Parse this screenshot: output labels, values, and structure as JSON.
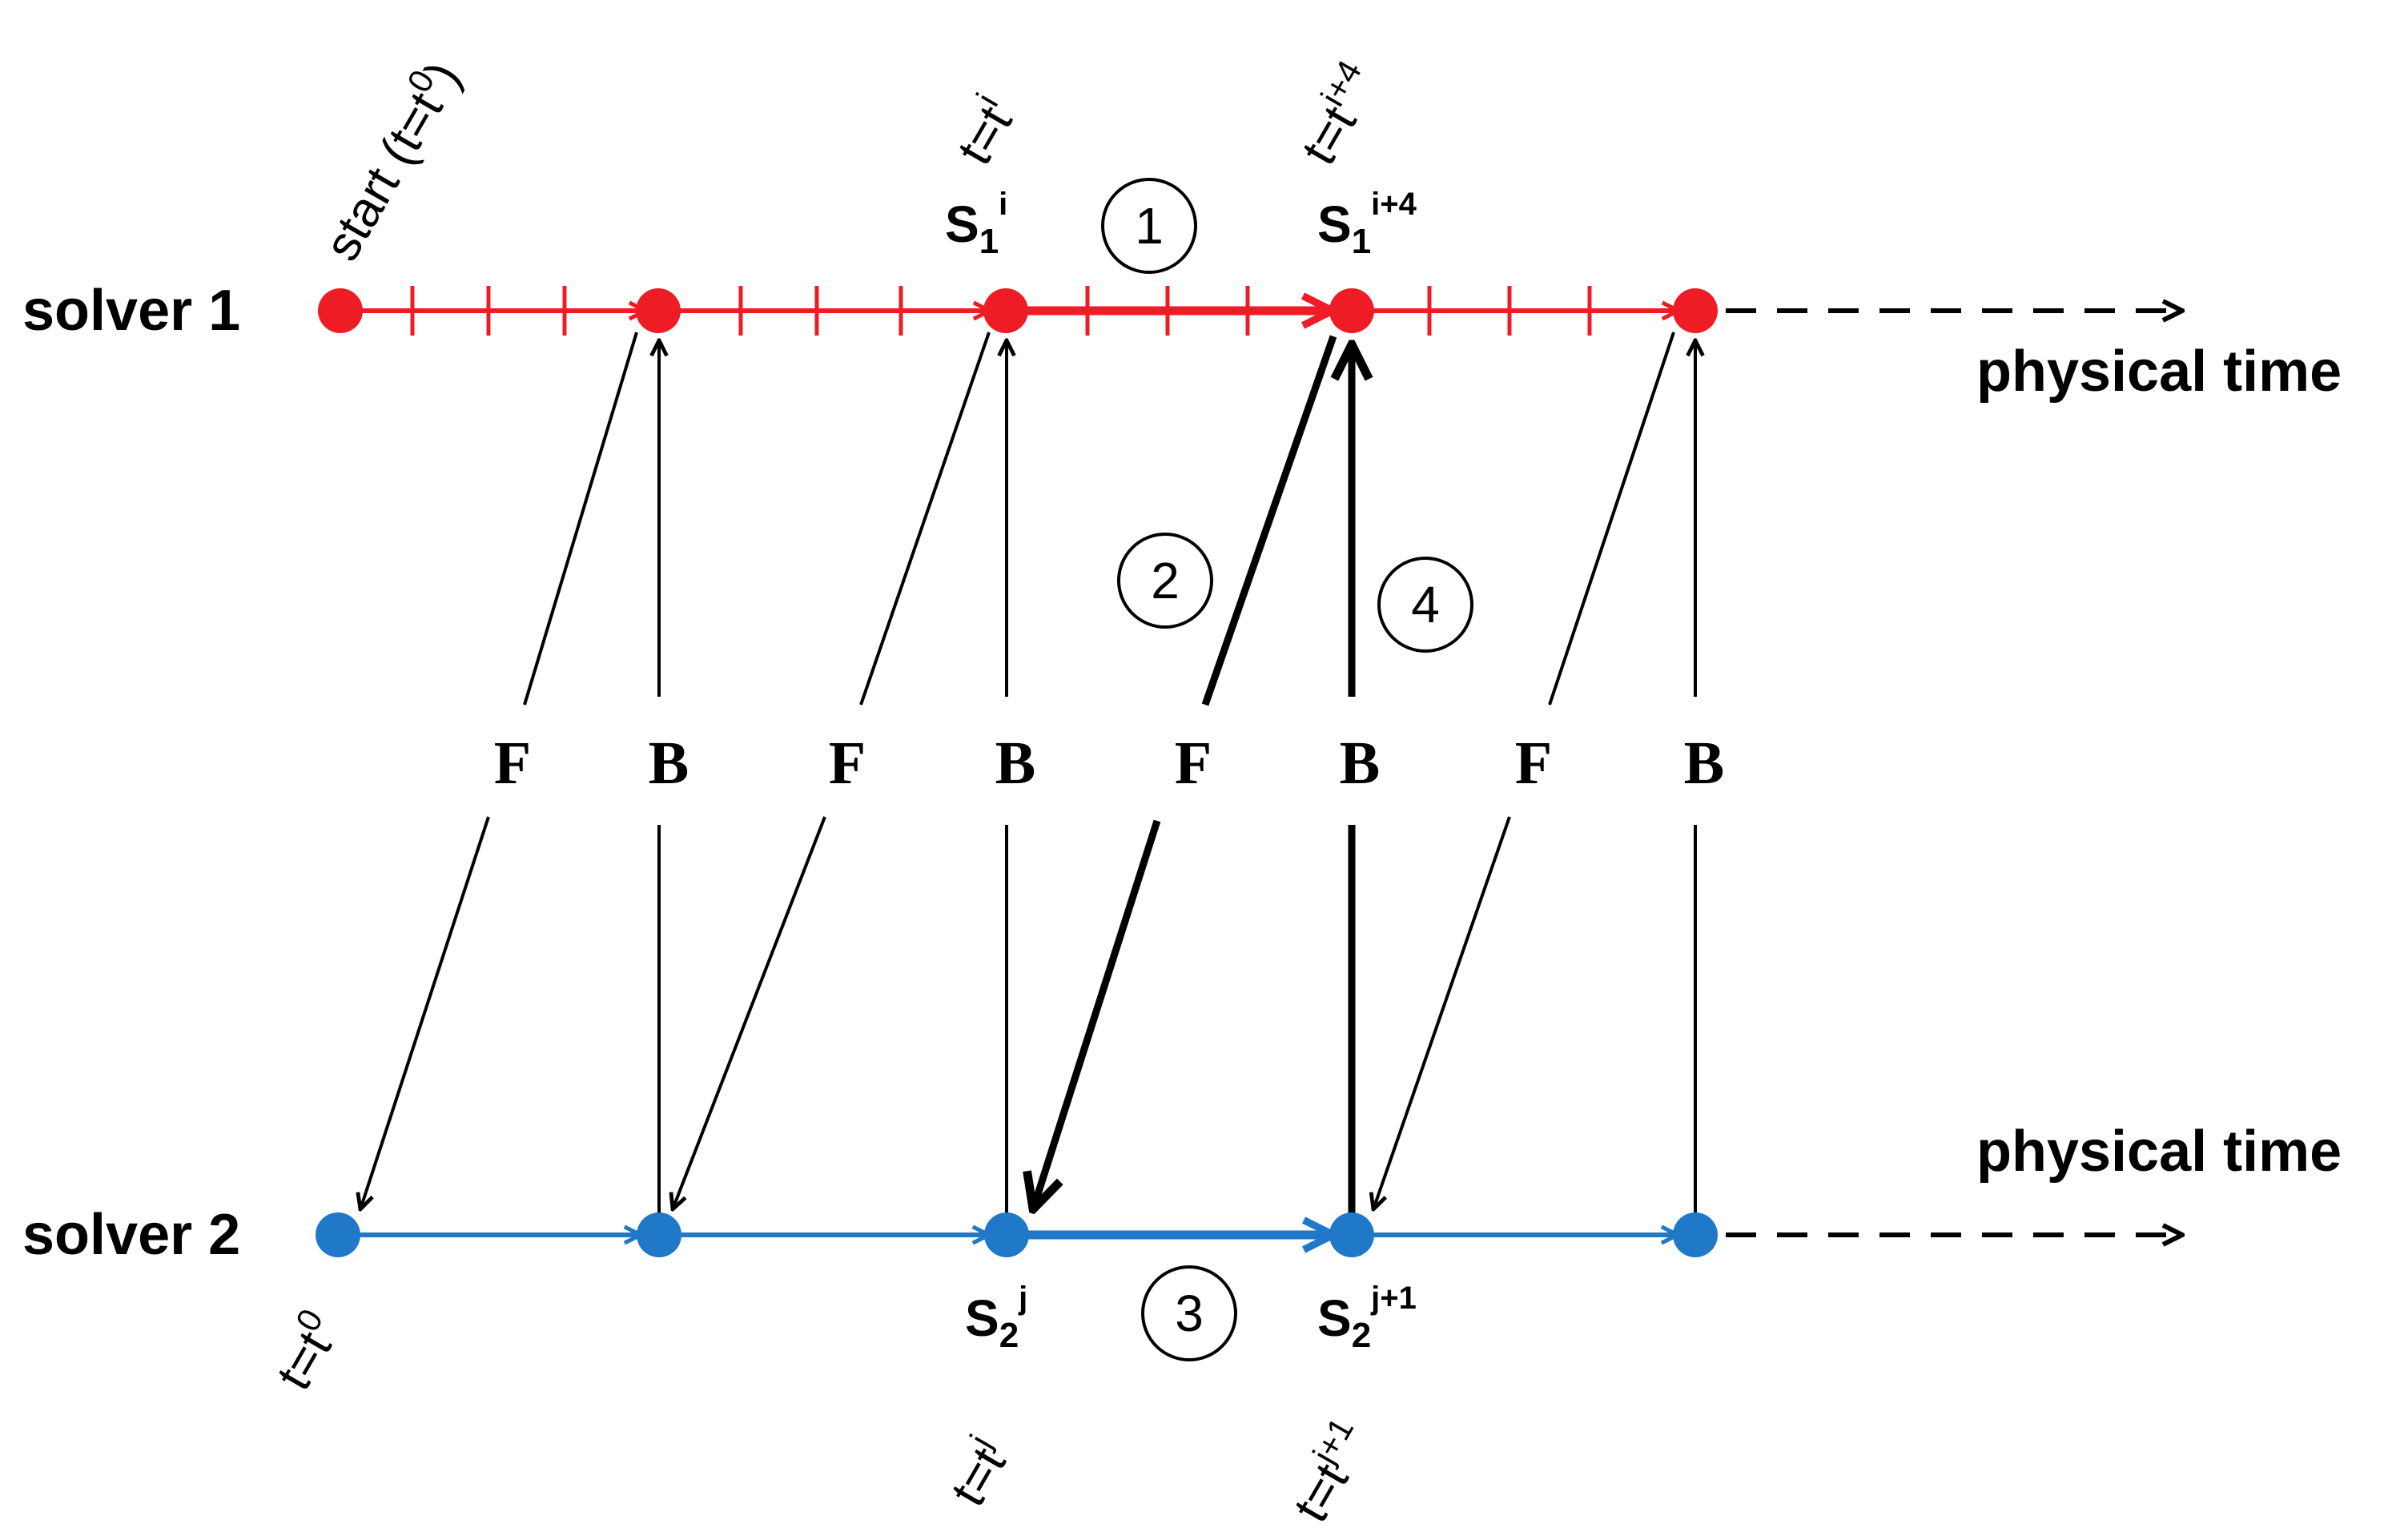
{
  "rows": {
    "solver1": {
      "label": "solver 1",
      "axis_label": "physical time",
      "color": "#ee1c24",
      "start_label": "start (t=t",
      "start_sup": "0",
      "start_close": ")"
    },
    "solver2": {
      "label": "solver 2",
      "axis_label": "physical time",
      "color": "#1f78c8",
      "start_label": "t=t",
      "start_sup": "0"
    }
  },
  "state_labels": {
    "s1_i": {
      "base": "S",
      "sub": "1",
      "sup": "i"
    },
    "s1_i4": {
      "base": "S",
      "sub": "1",
      "sup": "i+4"
    },
    "s2_j": {
      "base": "S",
      "sub": "2",
      "sup": "j"
    },
    "s2_j1": {
      "base": "S",
      "sub": "2",
      "sup": "j+1"
    }
  },
  "time_labels": {
    "t_i": {
      "base": "t=t",
      "sup": "i"
    },
    "t_i4": {
      "base": "t=t",
      "sup": "i+4"
    },
    "t_j": {
      "base": "t=t",
      "sup": "j"
    },
    "t_j1": {
      "base": "t=t",
      "sup": "j+1"
    }
  },
  "transfer_labels": [
    "F",
    "B",
    "F",
    "B",
    "F",
    "B",
    "F",
    "B"
  ],
  "steps": [
    "1",
    "2",
    "3",
    "4"
  ]
}
